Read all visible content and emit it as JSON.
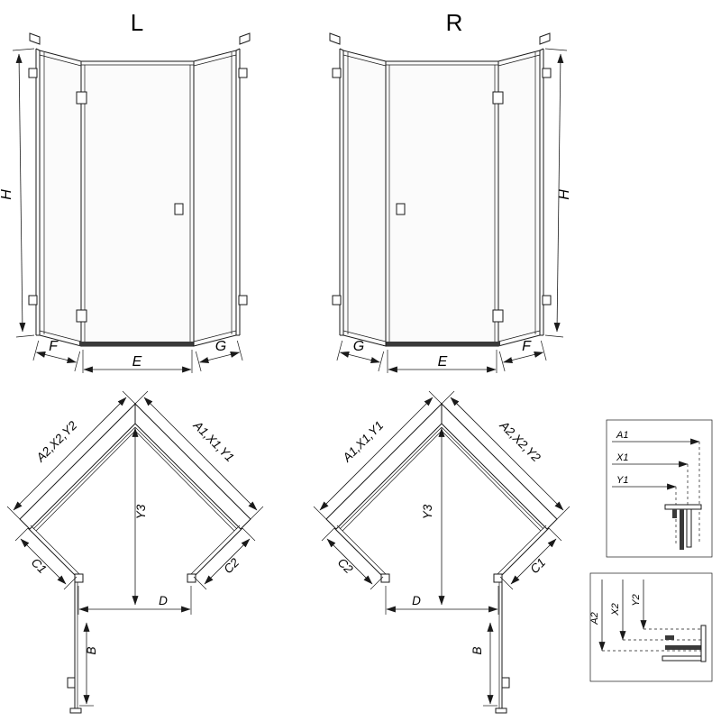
{
  "titles": {
    "left": "L",
    "right": "R"
  },
  "front": {
    "height": "H",
    "panel_f": "F",
    "door_e": "E",
    "panel_g": "G"
  },
  "plan": {
    "wall_left_stack": "A2,X2,Y2",
    "wall_right_stack": "A1,X1,Y1",
    "depth": "Y3",
    "side_c1": "C1",
    "side_c2": "C2",
    "door_width": "D",
    "door_depth": "B"
  },
  "detail_top": {
    "a": "A1",
    "x": "X1",
    "y": "Y1"
  },
  "detail_bottom": {
    "a": "A2",
    "x": "X2",
    "y": "Y2"
  },
  "colors": {
    "line": "#1a1a1a",
    "dark": "#3a3a3a",
    "glass": "#fbfbfb"
  }
}
